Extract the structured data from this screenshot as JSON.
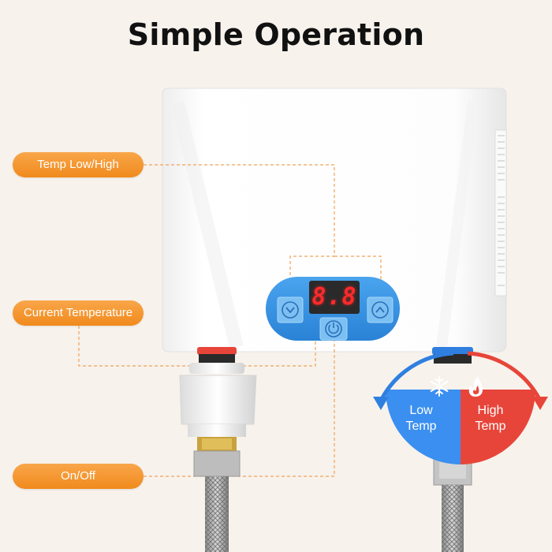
{
  "title": "Simple Operation",
  "callouts": {
    "temp_low_high": "Temp Low/High",
    "current_temperature": "Current Temperature",
    "on_off": "On/Off"
  },
  "display": {
    "digits": "8.8"
  },
  "temp_indicator": {
    "low_line1": "Low",
    "low_line2": "Temp",
    "high_line1": "High",
    "high_line2": "Temp"
  },
  "icons": {
    "down": "chevron-down-icon",
    "up": "chevron-up-icon",
    "power": "power-icon",
    "cold": "snowflake-icon",
    "hot": "flame-icon"
  },
  "colors": {
    "callout": "#f4942c",
    "panel": "#2f8fe0",
    "cold": "#3b8ff0",
    "hot": "#e8453a",
    "display": "#ff2a2a"
  }
}
